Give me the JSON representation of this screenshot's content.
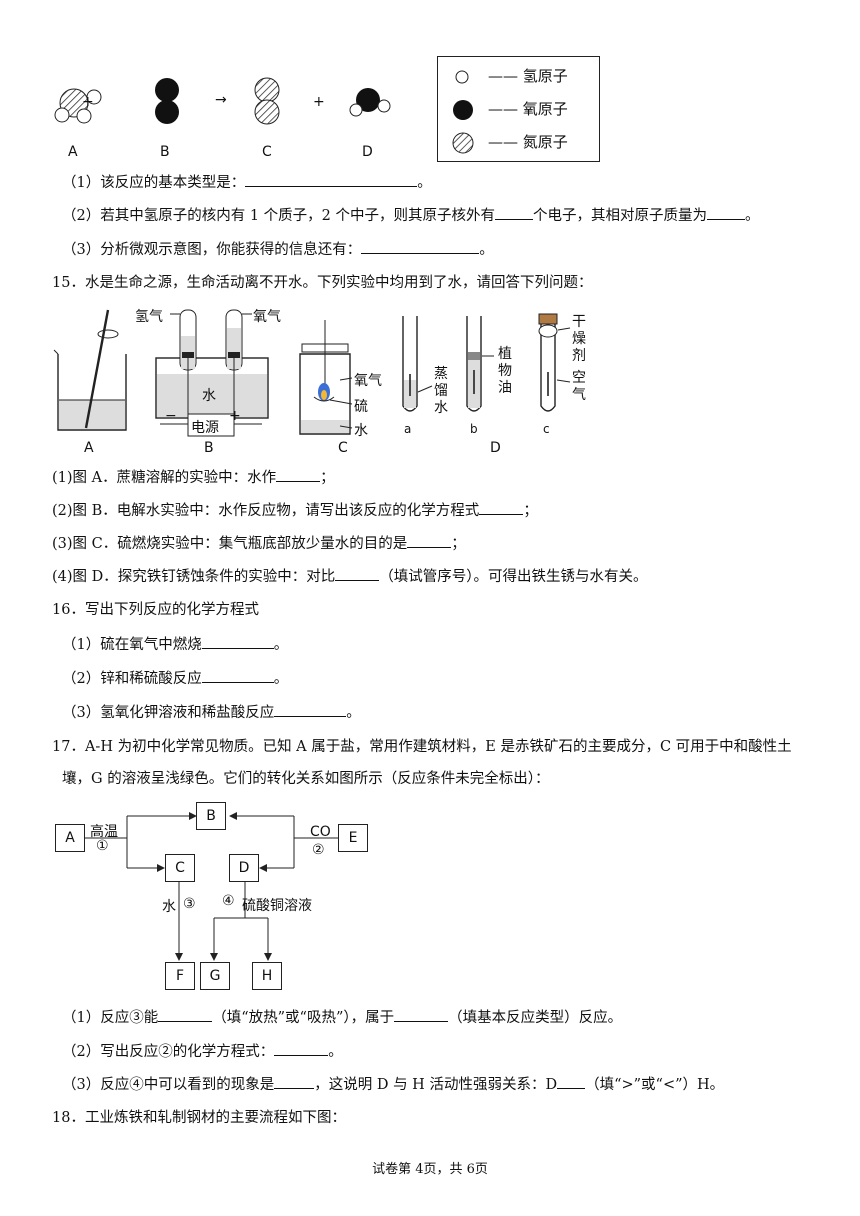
{
  "molecule_diagram": {
    "labels": [
      "A",
      "B",
      "C",
      "D"
    ],
    "plus": "+",
    "arrow": "→",
    "legend": [
      {
        "icon": "hydrogen-atom-icon",
        "text": "—— 氢原子"
      },
      {
        "icon": "oxygen-atom-icon",
        "text": "—— 氧原子"
      },
      {
        "icon": "nitrogen-atom-icon",
        "text": "—— 氮原子"
      }
    ]
  },
  "q14": {
    "p1": "（1）该反应的基本类型是：",
    "p1_end": "。",
    "p2_a": "（2）若其中氢原子的核内有 1 个质子，2 个中子，则其原子核外有",
    "p2_b": "个电子，其相对原子质量为",
    "p2_end": "。",
    "p3": "（3）分析微观示意图，你能获得的信息还有：",
    "p3_end": "。"
  },
  "q15": {
    "title": "15．水是生命之源，生命活动离不开水。下列实验中均用到了水，请回答下列问题：",
    "fig": {
      "A": "A",
      "B": "B",
      "C": "C",
      "D": "D",
      "hydrogen": "氢气",
      "oxygen_b": "氧气",
      "water_b": "水",
      "power": "电源",
      "minus": "−",
      "plus": "+",
      "oxygen_c": "氧气",
      "sulfur": "硫",
      "water_c": "水",
      "tube_a": "a",
      "tube_b": "b",
      "tube_c": "c",
      "distilled": [
        "蒸",
        "馏",
        "水"
      ],
      "veg_oil": [
        "植",
        "物",
        "油"
      ],
      "desiccant": [
        "干",
        "燥",
        "剂"
      ],
      "air": [
        "空",
        "气"
      ]
    },
    "p1_a": "(1)图 A．蔗糖溶解的实验中：水作",
    "p1_end": "；",
    "p2_a": "(2)图 B．电解水实验中：水作反应物，请写出该反应的化学方程式",
    "p2_end": "；",
    "p3_a": "(3)图 C．硫燃烧实验中：集气瓶底部放少量水的目的是",
    "p3_end": "；",
    "p4_a": "(4)图 D．探究铁钉锈蚀条件的实验中：对比",
    "p4_b": "（填试管序号）。可得出铁生锈与水有关。"
  },
  "q16": {
    "title": "16．写出下列反应的化学方程式",
    "p1": "（1）硫在氧气中燃烧",
    "p2": "（2）锌和稀硫酸反应",
    "p3": "（3）氢氧化钾溶液和稀盐酸反应",
    "end": "。"
  },
  "q17": {
    "line1": "17．A-H 为初中化学常见物质。已知 A 属于盐，常用作建筑材料，E 是赤铁矿石的主要成分，C 可用于中和酸性土",
    "line2": "壤，G 的溶液呈浅绿色。它们的转化关系如图所示（反应条件未完全标出）：",
    "flow": {
      "A": "A",
      "B": "B",
      "C": "C",
      "D": "D",
      "E": "E",
      "F": "F",
      "G": "G",
      "H": "H",
      "high_temp": "高温",
      "r1": "①",
      "co": "CO",
      "r2": "②",
      "water": "水",
      "r3": "③",
      "r4": "④",
      "cuso4": "硫酸铜溶液"
    },
    "p1_a": "（1）反应③能",
    "p1_b": "（填“放热”或“吸热”），属于",
    "p1_c": "（填基本反应类型）反应。",
    "p2_a": "（2）写出反应②的化学方程式：",
    "p2_end": "。",
    "p3_a": "（3）反应④中可以看到的现象是",
    "p3_b": "，这说明 D 与 H 活动性强弱关系：D",
    "p3_c": "（填“>”或“<”）H。"
  },
  "q18": {
    "title": "18．工业炼铁和轧制钢材的主要流程如下图："
  },
  "footer": "试卷第 4页，共 6页"
}
